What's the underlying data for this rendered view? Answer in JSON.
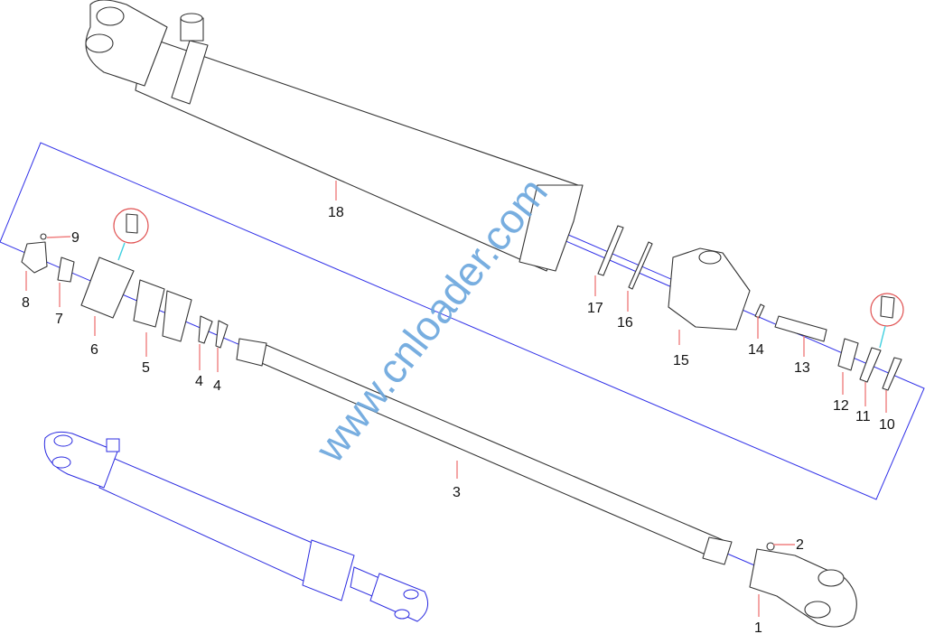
{
  "title": "Hydraulic cylinder exploded parts diagram",
  "watermark": "www.cnloader.com",
  "colors": {
    "outline": "#333333",
    "axis": "#3030e8",
    "leader": "#f08080",
    "watermark": "#6aa6dd",
    "detail_circle": "#e05050",
    "detail_leader": "#40d0e0"
  },
  "labels": {
    "p1": "1",
    "p2": "2",
    "p3": "3",
    "p4a": "4",
    "p4b": "4",
    "p5": "5",
    "p6": "6",
    "p7": "7",
    "p8": "8",
    "p9": "9",
    "p10": "10",
    "p11": "11",
    "p12": "12",
    "p13": "13",
    "p14": "14",
    "p15": "15",
    "p16": "16",
    "p17": "17",
    "p18": "18"
  }
}
